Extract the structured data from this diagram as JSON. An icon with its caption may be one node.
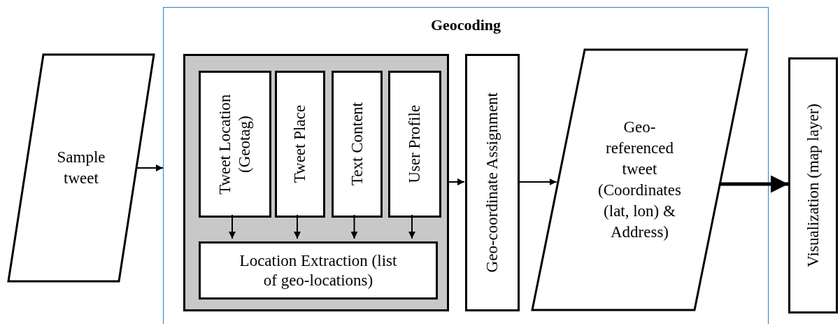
{
  "diagram": {
    "nodes": [
      {
        "text": [
          "Sample tweet"
        ]
      },
      {
        "text": [
          "Geocoding"
        ]
      },
      {
        "text": [],
        "shape": "box",
        "in": 1
      },
      {
        "text": [
          "Tweet Location (Geotag)"
        ],
        "in": 2
      },
      {
        "text": [
          "Tweet Place"
        ],
        "in": 2
      },
      {
        "text": [
          "Text Content"
        ],
        "in": 2
      },
      {
        "text": [
          "User Profile"
        ],
        "in": 2
      },
      {
        "text": [
          "Location Extraction (list of geo-locations)"
        ],
        "in": 2
      },
      {
        "text": [
          "Geo-coordinate Assignment"
        ],
        "in": 1
      },
      {
        "text": [
          "Geo-referenced tweet (Coordinates (lat, lon) & Address)"
        ],
        "in": 1
      },
      {
        "text": [
          "Visualization (map layer)"
        ]
      }
    ],
    "edges": [
      {
        "from": 0,
        "to": 1,
        "arrow": "to"
      },
      {
        "from": 3,
        "to": 7,
        "arrow": "to"
      },
      {
        "from": 4,
        "to": 7,
        "arrow": "to"
      },
      {
        "from": 5,
        "to": 7,
        "arrow": "to"
      },
      {
        "from": 6,
        "to": 7,
        "arrow": "to"
      },
      {
        "from": 2,
        "to": 8,
        "arrow": "to"
      },
      {
        "from": 8,
        "to": 9,
        "arrow": "to"
      },
      {
        "from": 9,
        "to": 10,
        "arrow": "to",
        "style": "thick"
      }
    ]
  }
}
